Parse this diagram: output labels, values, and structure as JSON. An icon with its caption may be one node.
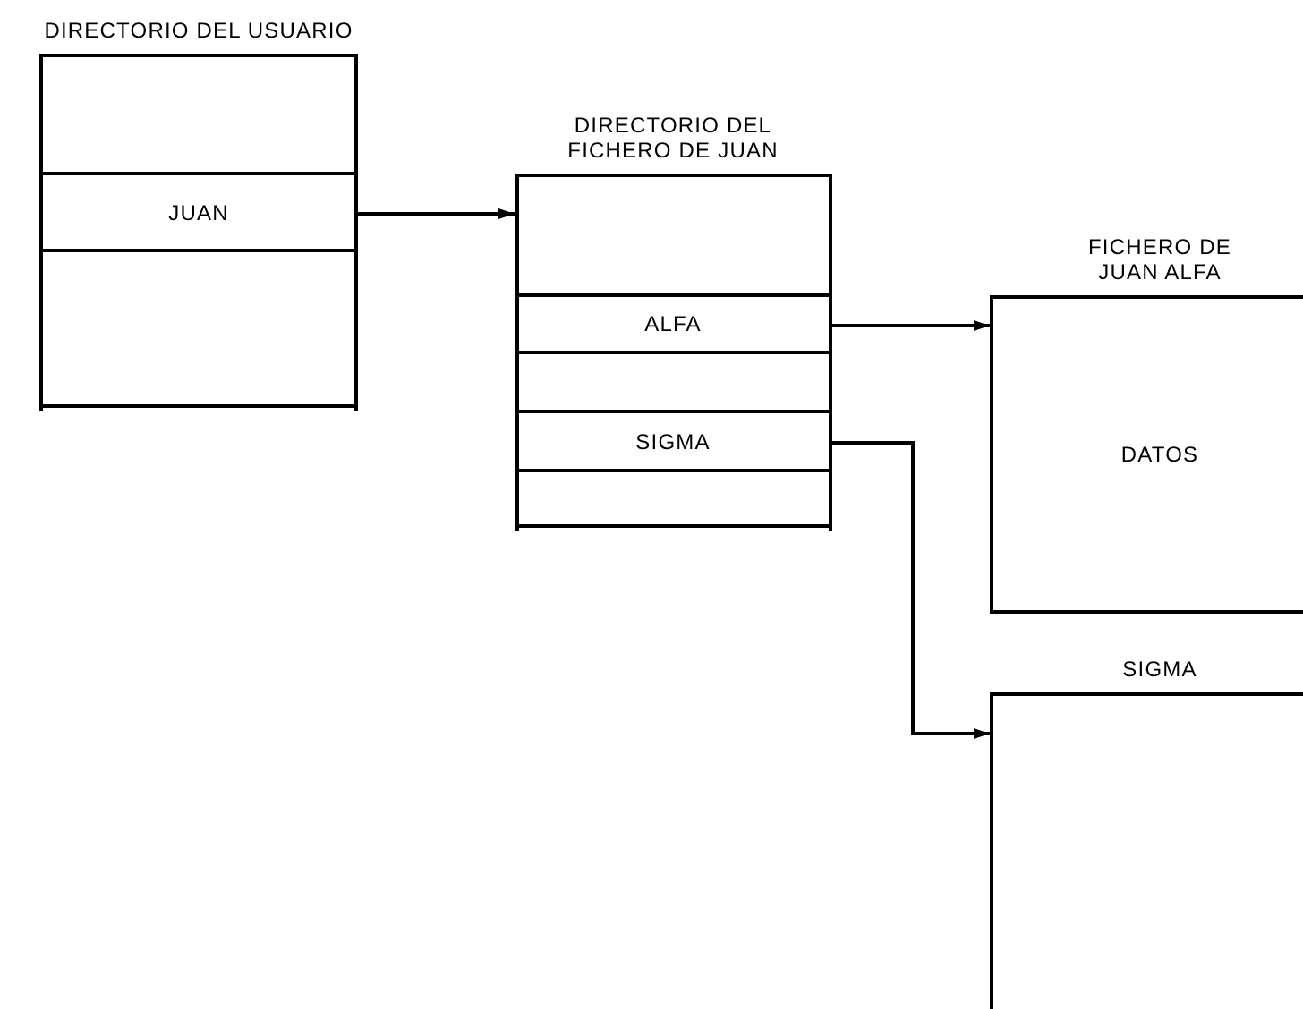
{
  "diagram": {
    "nodes": [
      {
        "text": [
          "DIRECTORIO DEL USUARIO"
        ]
      },
      {
        "text": [],
        "shape": "box",
        "in": 0
      },
      {
        "text": [
          "JUAN"
        ],
        "in": 0
      },
      {
        "text": [],
        "shape": "box",
        "in": 0
      },
      {
        "text": [
          "DIRECTORIO DEL FICHERO DE JUAN"
        ]
      },
      {
        "text": [],
        "shape": "box",
        "in": 4
      },
      {
        "text": [
          "ALFA"
        ],
        "in": 4
      },
      {
        "text": [],
        "shape": "box",
        "in": 4
      },
      {
        "text": [
          "SIGMA"
        ],
        "in": 4
      },
      {
        "text": [],
        "shape": "box",
        "in": 4
      },
      {
        "text": [
          "FICHERO DE JUAN ALFA",
          "DATOS"
        ]
      },
      {
        "text": [
          "SIGMA"
        ]
      }
    ],
    "edges": [
      {
        "from": 2,
        "to": 4,
        "arrow": "to"
      },
      {
        "from": 6,
        "to": 10,
        "arrow": "to"
      },
      {
        "from": 8,
        "to": 11,
        "arrow": "to"
      }
    ]
  }
}
